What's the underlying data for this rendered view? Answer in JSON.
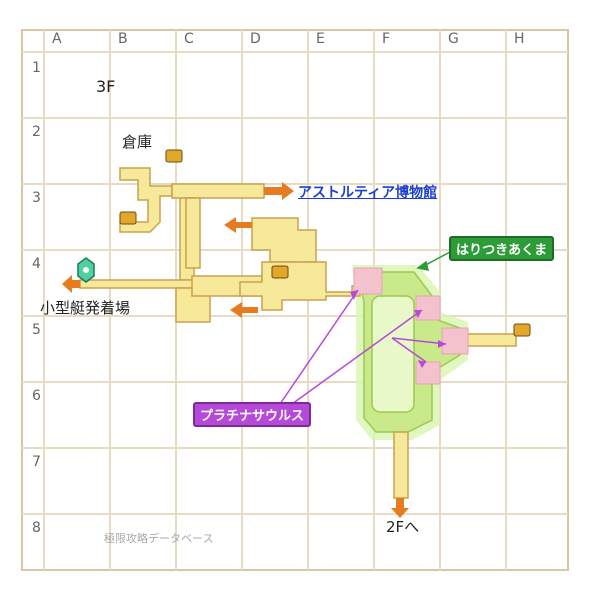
{
  "map": {
    "floor": "3F",
    "columns": [
      "A",
      "B",
      "C",
      "D",
      "E",
      "F",
      "G",
      "H"
    ],
    "rows": [
      "1",
      "2",
      "3",
      "4",
      "5",
      "6",
      "7",
      "8"
    ],
    "labels": {
      "storage": "倉庫",
      "dock": "小型艇発着場",
      "museum_link": "アストルティア博物館",
      "down_stairs": "2Fへ",
      "watermark": "極限攻略データベース"
    },
    "enemies": {
      "spiky_bear": "はりつきあくま",
      "platinasaurus": "プラチナサウルス"
    },
    "colors": {
      "grid_line": "#e8dbc4",
      "grid_border": "#d9c7a4",
      "room_fill": "#f6e99a",
      "room_stroke": "#c8a24e",
      "zone_fill": "#c9e98a",
      "zone_glow": "#d9f5b0",
      "spawn_marker": "#f3c2cc",
      "arrow": "#e77b22",
      "link": "#1a3fd0",
      "enemy_green": "#2d9b36",
      "enemy_purple": "#b54ad8"
    }
  }
}
